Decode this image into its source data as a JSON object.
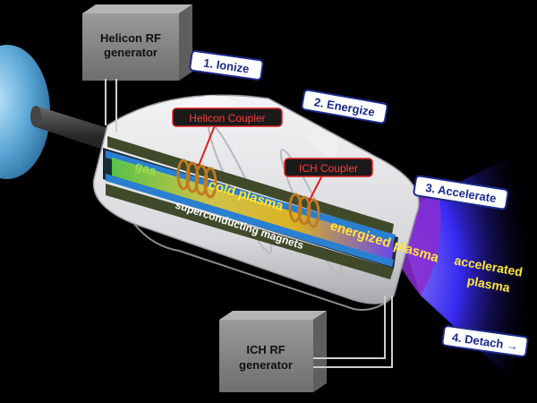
{
  "generators": {
    "helicon": {
      "line1": "Helicon RF",
      "line2": "generator"
    },
    "ich": {
      "line1": "ICH RF",
      "line2": "generator"
    }
  },
  "steps": [
    {
      "label": "1. Ionize"
    },
    {
      "label": "2. Energize"
    },
    {
      "label": "3. Accelerate"
    },
    {
      "label": "4. Detach →"
    }
  ],
  "couplers": {
    "helicon": "Helicon Coupler",
    "ich": "ICH Coupler"
  },
  "labels": {
    "gas": "gas",
    "cold_plasma": "cold plasma",
    "magnets": "superconducting magnets",
    "energized_plasma": "energized plasma",
    "accelerated_line1": "accelerated",
    "accelerated_line2": "plasma"
  },
  "colors": {
    "background": "#000000",
    "tank": "#6fb8e0",
    "housing": "#e8e8ea",
    "channel": "#2a7fd0",
    "coupler_red": "#e02020",
    "step_border": "#1a2a8a",
    "plume": "#3a2cff",
    "label_yellow": "#ffe63a",
    "gas_green": "#9be04a"
  }
}
